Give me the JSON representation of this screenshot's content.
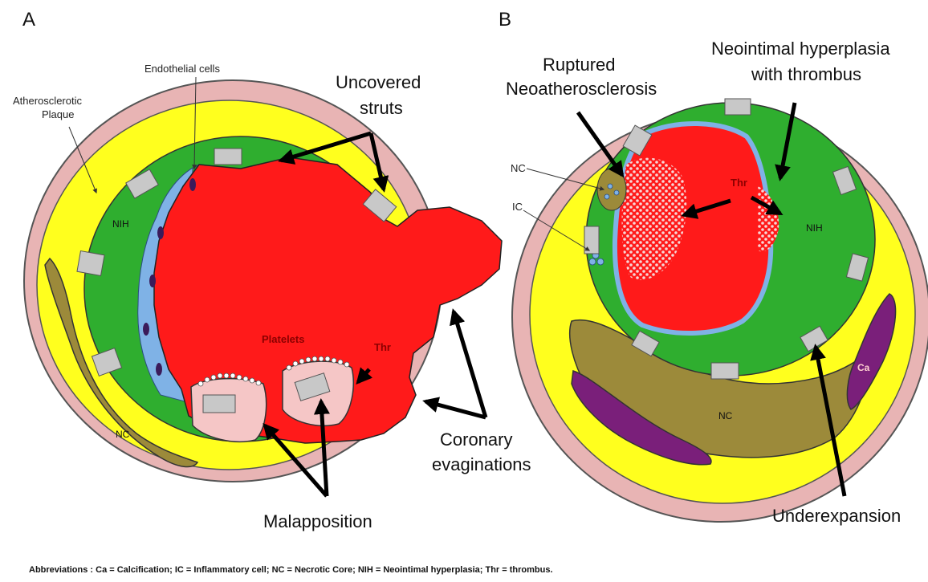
{
  "panels": {
    "a": {
      "letter": "A",
      "labels": {
        "endothelial_cells": "Endothelial cells",
        "plaque_line1": "Atherosclerotic",
        "plaque_line2": "Plaque",
        "uncovered_line1": "Uncovered",
        "uncovered_line2": "struts",
        "nih": "NIH",
        "platelets": "Platelets",
        "thr": "Thr",
        "nc": "NC",
        "coronary_line1": "Coronary",
        "coronary_line2": "evaginations",
        "malapposition": "Malapposition"
      }
    },
    "b": {
      "letter": "B",
      "labels": {
        "ruptured_line1": "Ruptured",
        "ruptured_line2": "Neoatherosclerosis",
        "neointimal_line1": "Neointimal hyperplasia",
        "neointimal_line2": "with thrombus",
        "nc_small": "NC",
        "ic": "IC",
        "thr": "Thr",
        "nih": "NIH",
        "ca": "Ca",
        "nc": "NC",
        "underexpansion": "Underexpansion"
      }
    }
  },
  "abbreviations": "Abbreviations :   Ca = Calcification;  IC = Inflammatory cell;  NC = Necrotic Core; NIH = Neointimal hyperplasia; Thr = thrombus.",
  "colors": {
    "vessel_wall": "#e8b4b4",
    "plaque": "#ffff1e",
    "neointima": "#2fae2f",
    "endothelium": "#7fb2e6",
    "lumen_thrombus": "#ff1a1a",
    "strut": "#c8c8c8",
    "necrotic_core": "#9c8a3a",
    "calcification": "#7a1f7a",
    "platelets": "#f5c6c6"
  }
}
